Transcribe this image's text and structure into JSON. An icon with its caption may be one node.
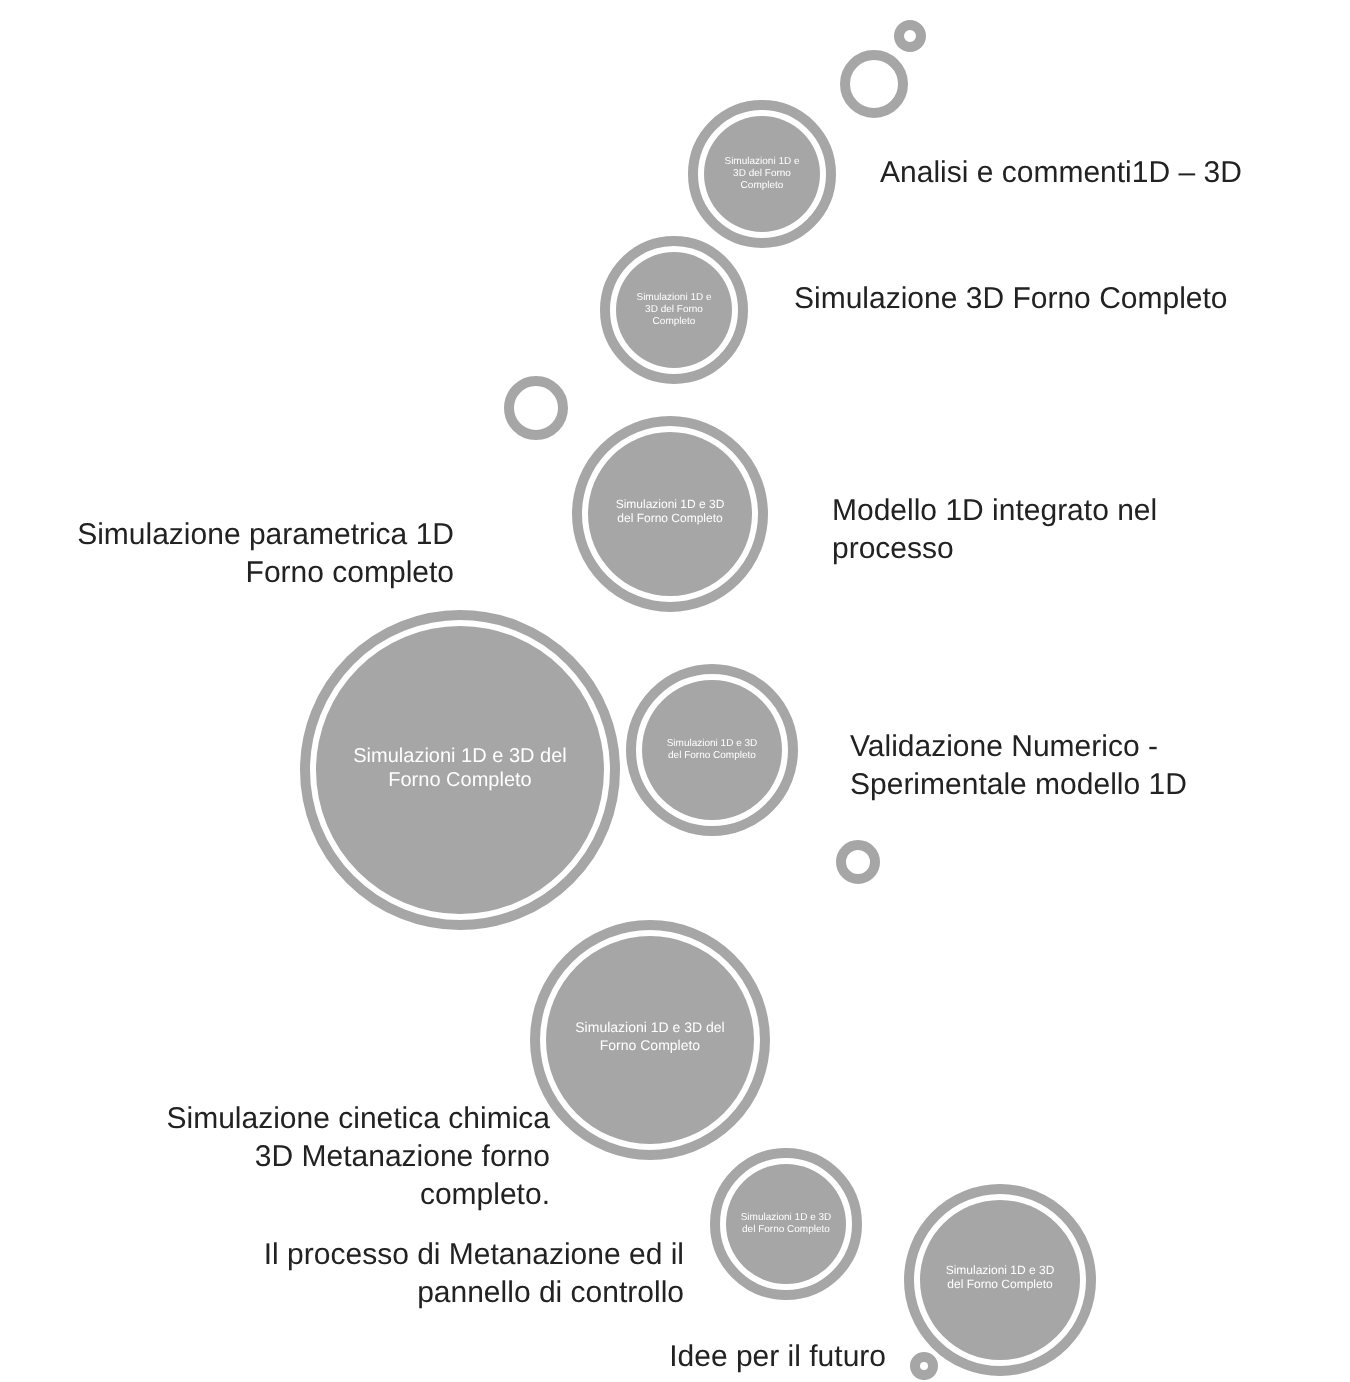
{
  "diagram": {
    "nodes": [
      {
        "text": [],
        "shape": "circle"
      },
      {
        "text": [],
        "shape": "circle"
      },
      {
        "text": [
          "Simulazioni 1D e 3D del Forno Completo"
        ],
        "beside": [
          "Analisi e commenti1D – 3D"
        ]
      },
      {
        "text": [
          "Simulazioni 1D e 3D del Forno Completo"
        ],
        "beside": [
          "Simulazione 3D Forno Completo"
        ]
      },
      {
        "text": [],
        "shape": "circle"
      },
      {
        "text": [
          "Simulazioni 1D e 3D del Forno Completo"
        ],
        "beside": [
          "Modello 1D integrato nel processo"
        ]
      },
      {
        "text": [
          "Simulazioni 1D e 3D del Forno Completo"
        ],
        "beside": [
          "Simulazione parametrica 1D Forno completo"
        ]
      },
      {
        "text": [
          "Simulazioni 1D e 3D del Forno Completo"
        ],
        "beside": [
          "Validazione Numerico - Sperimentale modello 1D"
        ]
      },
      {
        "text": [],
        "shape": "circle"
      },
      {
        "text": [
          "Simulazioni 1D e 3D del Forno Completo"
        ],
        "beside": [
          "Simulazione cinetica chimica 3D Metanazione forno completo."
        ]
      },
      {
        "text": [
          "Simulazioni 1D e 3D del Forno Completo"
        ],
        "beside": [
          "Il processo di Metanazione ed il pannello di controllo"
        ]
      },
      {
        "text": [
          "Simulazioni 1D e 3D del Forno Completo"
        ],
        "beside": [
          "Idee per il futuro"
        ]
      },
      {
        "text": [],
        "shape": "circle"
      }
    ]
  }
}
